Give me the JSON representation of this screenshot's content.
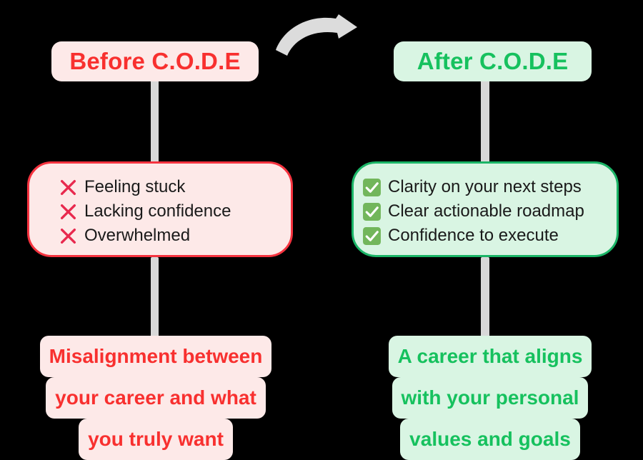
{
  "colors": {
    "background": "#000000",
    "red_accent": "#f8302f",
    "red_border": "#f5333f",
    "red_tint": "#fde9e8",
    "x_mark": "#e8294e",
    "green_accent": "#16c15e",
    "green_border": "#1bb567",
    "green_tint": "#d9f5e3",
    "check_box": "#72b65b",
    "connector_gray": "#d8d8d8",
    "arrow_gray": "#dcdcdc",
    "list_text": "#1a1a1a"
  },
  "arrow": {
    "icon": "curved-arrow-right-icon",
    "direction": "right"
  },
  "before": {
    "header": "Before C.O.D.E",
    "bullet_icon": "x-mark-icon",
    "items": [
      "Feeling stuck",
      "Lacking confidence",
      "Overwhelmed"
    ],
    "outcome_lines": [
      "Misalignment between",
      "your career and what",
      "you truly want"
    ]
  },
  "after": {
    "header": "After C.O.D.E",
    "bullet_icon": "check-box-icon",
    "items": [
      "Clarity on your next steps",
      "Clear actionable roadmap",
      "Confidence to execute"
    ],
    "outcome_lines": [
      "A career that aligns",
      "with your personal",
      "values and goals"
    ]
  }
}
